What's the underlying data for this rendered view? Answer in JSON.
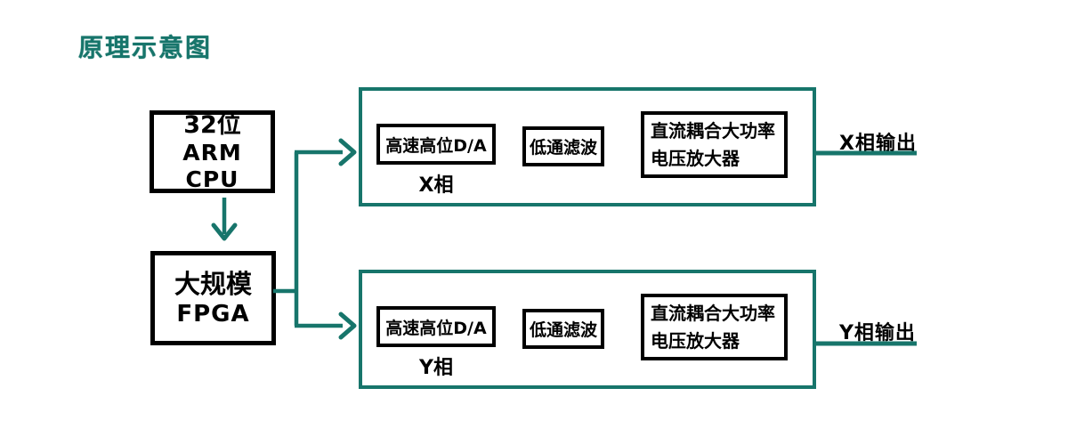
{
  "title": "原理示意图",
  "colors": {
    "line_teal": "#17756b",
    "block_border": "#000000",
    "background": "#ffffff"
  },
  "blocks": {
    "cpu": {
      "line1": "32位",
      "line2": "ARM CPU"
    },
    "fpga": {
      "line1": "大规模",
      "line2": "FPGA"
    }
  },
  "channels": [
    {
      "dac": "高速高位D/A",
      "phase_label": "X相",
      "filter": "低通滤波",
      "amp_line1": "直流耦合大功率",
      "amp_line2": "电压放大器",
      "output_label": "X相输出"
    },
    {
      "dac": "高速高位D/A",
      "phase_label": "Y相",
      "filter": "低通滤波",
      "amp_line1": "直流耦合大功率",
      "amp_line2": "电压放大器",
      "output_label": "Y相输出"
    }
  ]
}
